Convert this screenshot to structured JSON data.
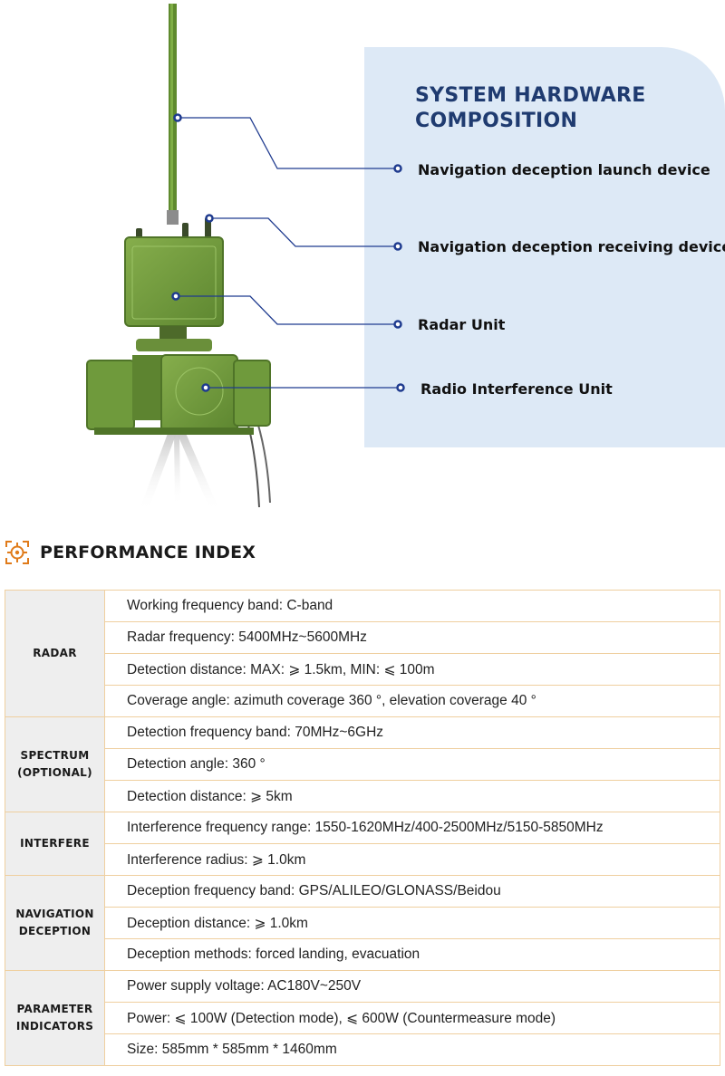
{
  "hardware": {
    "title": "SYSTEM HARDWARE COMPOSITION",
    "components": [
      "Navigation deception launch device",
      "Navigation deception receiving device",
      "Radar Unit",
      "Radio Interference Unit"
    ]
  },
  "performance": {
    "icon": "crosshair-target-icon",
    "title": "PERFORMANCE INDEX",
    "groups": [
      {
        "category": "RADAR",
        "specs": [
          "Working frequency band: C-band",
          "Radar frequency: 5400MHz~5600MHz",
          "Detection distance: MAX: ⩾ 1.5km, MIN: ⩽ 100m",
          "Coverage angle: azimuth coverage 360 °, elevation coverage 40 °"
        ]
      },
      {
        "category": "SPECTRUM (OPTIONAL)",
        "specs": [
          "Detection frequency band: 70MHz~6GHz",
          "Detection angle: 360 °",
          "Detection distance: ⩾ 5km"
        ]
      },
      {
        "category": "INTERFERE",
        "specs": [
          "Interference frequency range: 1550-1620MHz/400-2500MHz/5150-5850MHz",
          "Interference radius: ⩾ 1.0km"
        ]
      },
      {
        "category": "NAVIGATION DECEPTION",
        "specs": [
          "Deception frequency band: GPS/ALILEO/GLONASS/Beidou",
          "Deception distance: ⩾ 1.0km",
          "Deception methods: forced landing, evacuation"
        ]
      },
      {
        "category": "PARAMETER INDICATORS",
        "specs": [
          "Power supply voltage: AC180V~250V",
          "Power: ⩽ 100W (Detection mode), ⩽ 600W (Countermeasure mode)",
          "Size: 585mm * 585mm * 1460mm"
        ]
      }
    ]
  },
  "colors": {
    "panel_bg": "#dde9f6",
    "title_blue": "#1f3b70",
    "callout_line": "#1f3b8f",
    "icon_orange": "#e07b1a",
    "table_border": "#efcf9f",
    "category_bg": "#eeeeee",
    "device_green": "#6f9a3c"
  }
}
